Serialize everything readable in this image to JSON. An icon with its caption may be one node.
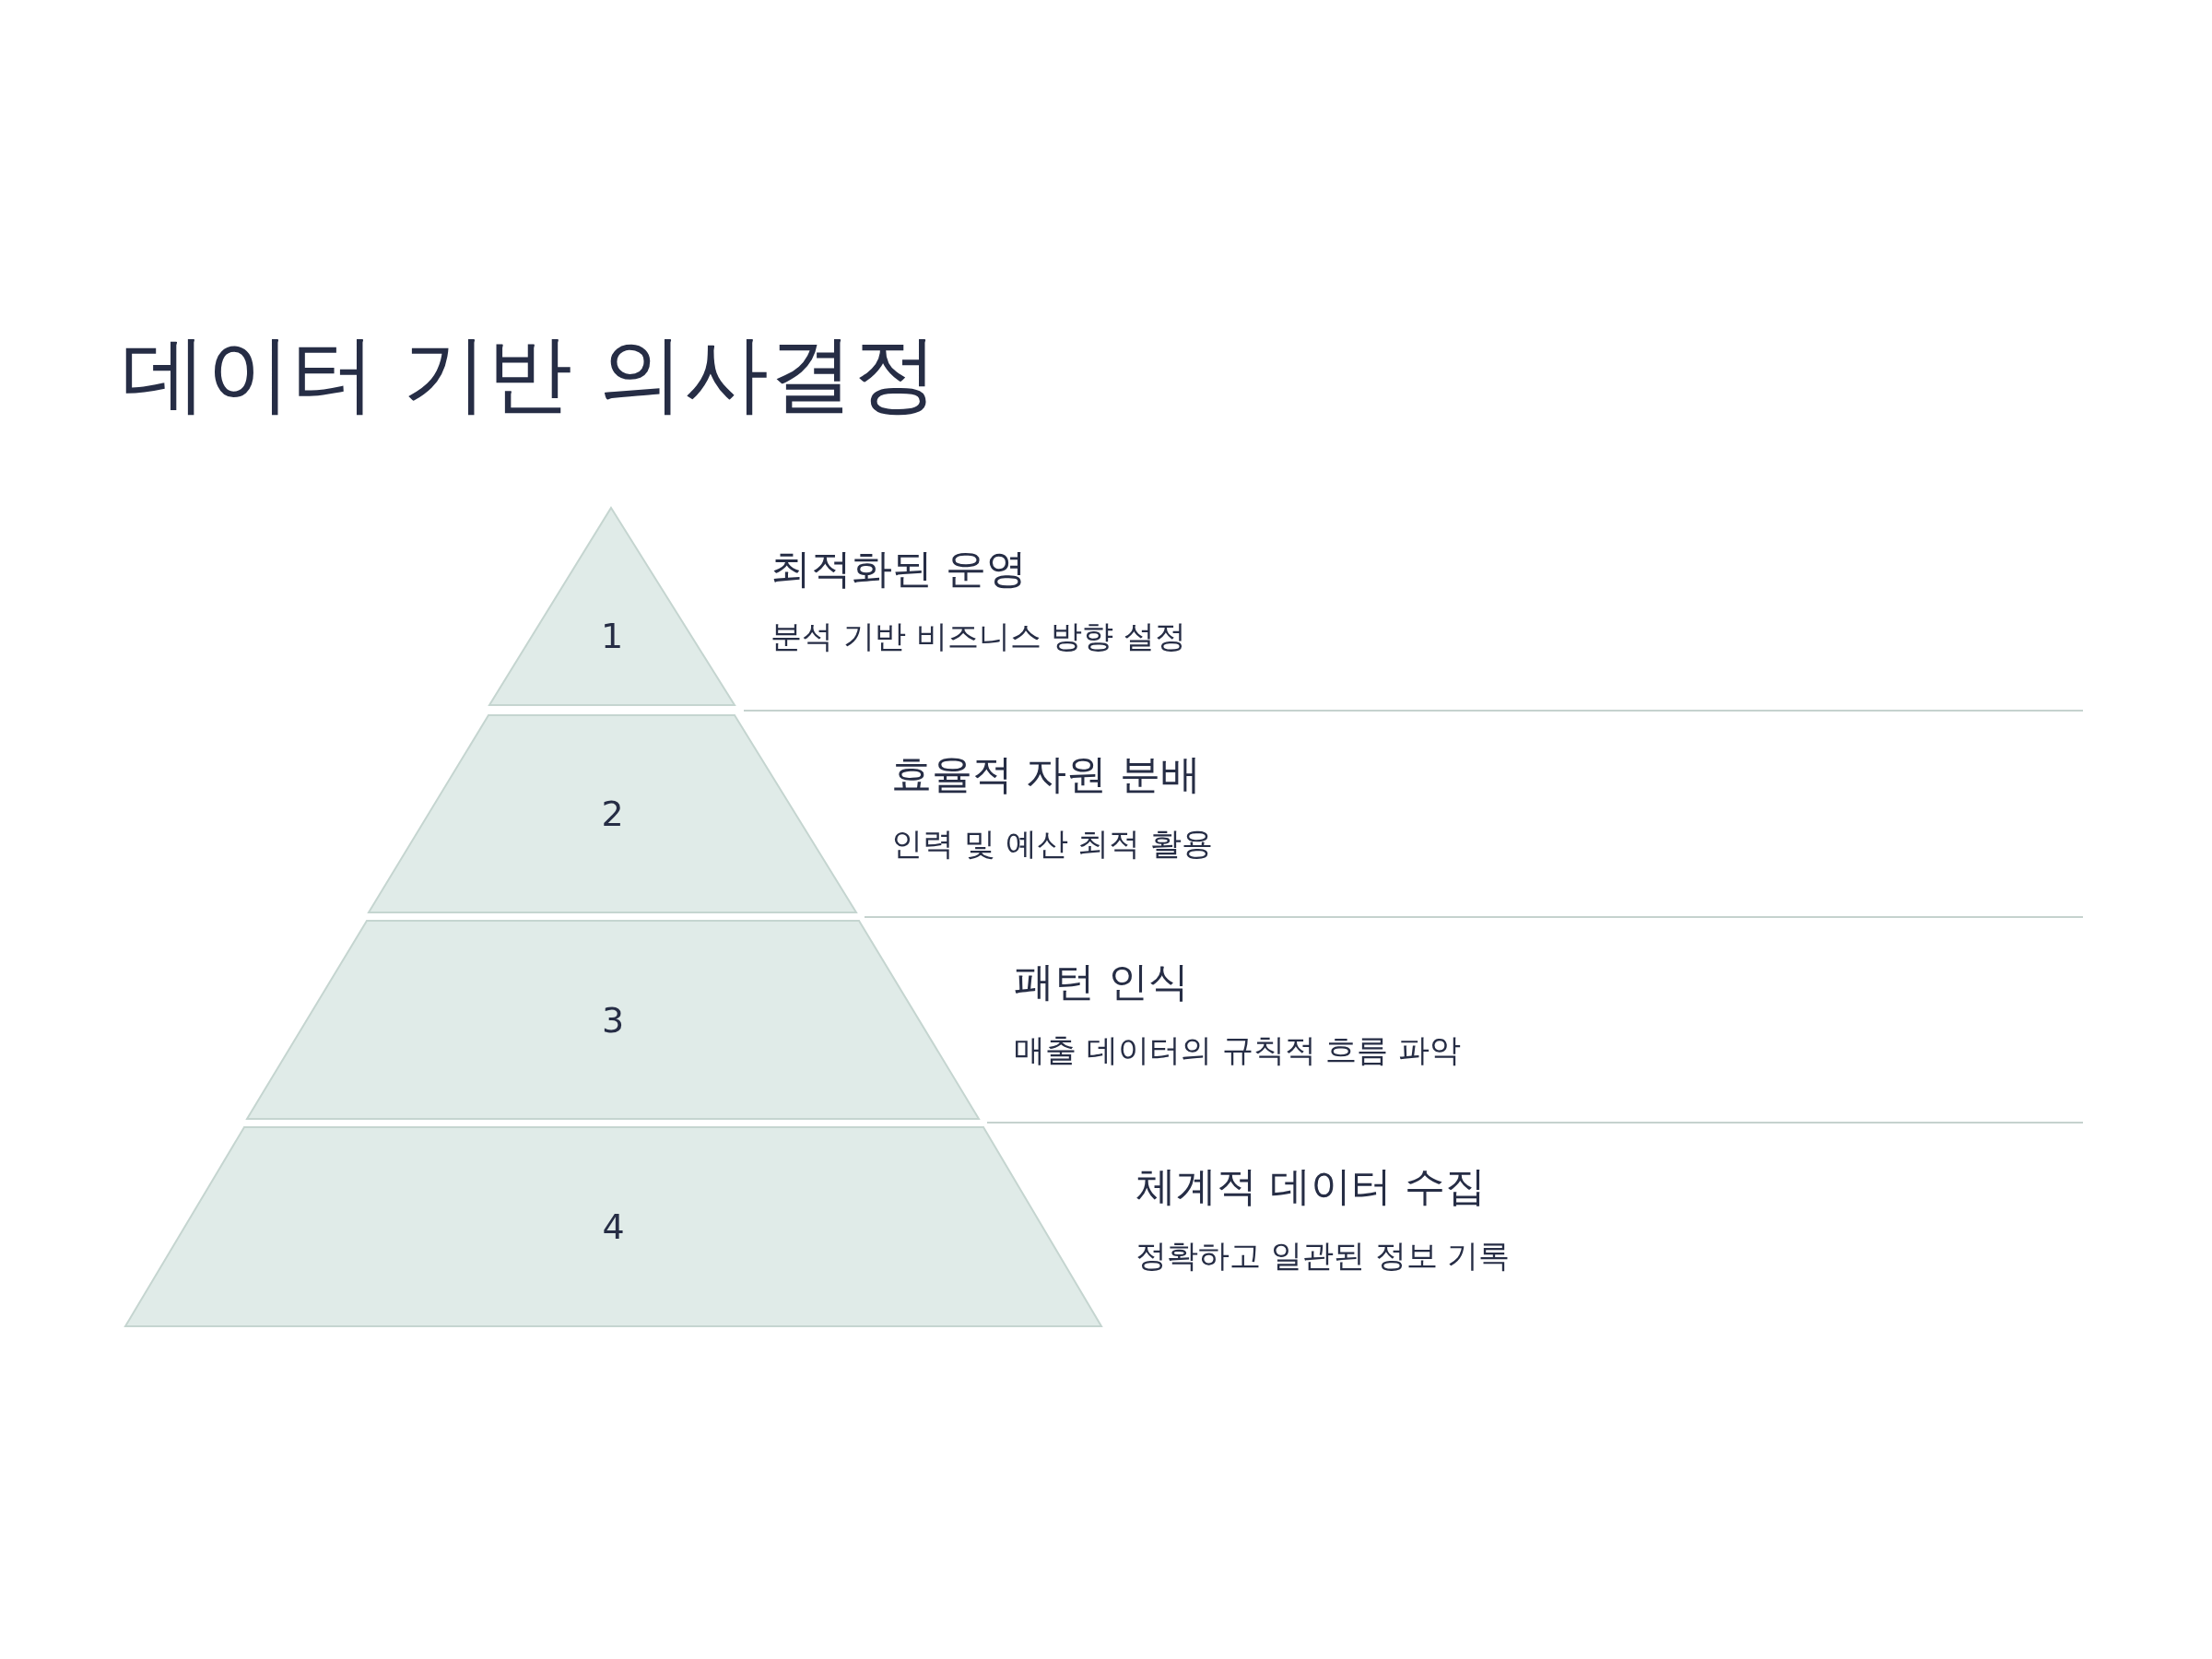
{
  "diagram": {
    "title": "데이터 기반 의사결정",
    "nodes": [
      {
        "text": [
          "1"
        ],
        "beside": [
          "최적화된 운영",
          "분석 기반 비즈니스 방향 설정"
        ]
      },
      {
        "text": [
          "2"
        ],
        "beside": [
          "효율적 자원 분배",
          "인력 및 예산 최적 활용"
        ]
      },
      {
        "text": [
          "3"
        ],
        "beside": [
          "패턴 인식",
          "매출 데이터의 규칙적 흐름 파악"
        ]
      },
      {
        "text": [
          "4"
        ],
        "beside": [
          "체계적 데이터 수집",
          "정확하고 일관된 정보 기록"
        ]
      }
    ]
  }
}
